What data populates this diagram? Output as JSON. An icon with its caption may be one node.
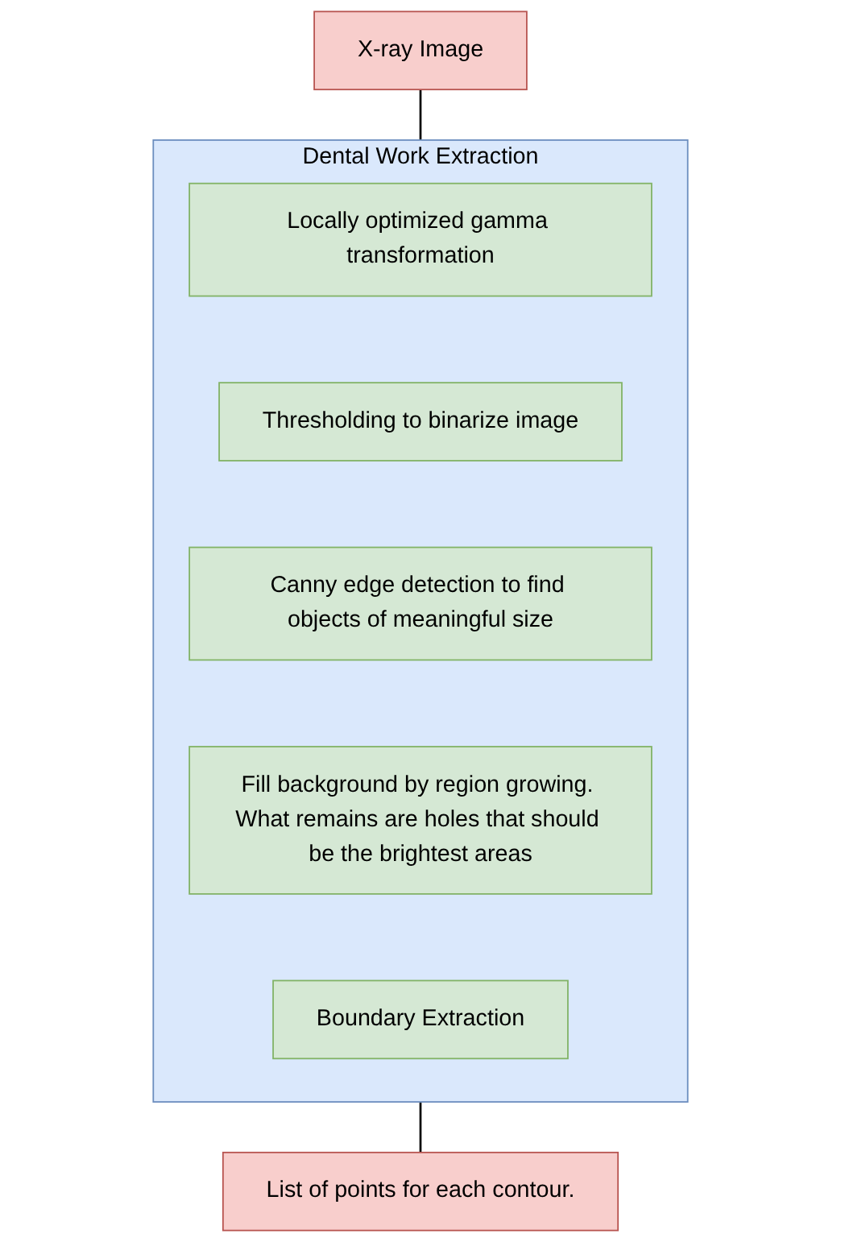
{
  "diagram": {
    "nodes": [
      {
        "text": [
          "X-ray Image"
        ]
      },
      {
        "text": [
          "Dental Work Extraction"
        ]
      },
      {
        "text": [
          "Locally optimized gamma transformation"
        ],
        "in": 1
      },
      {
        "text": [
          "Thresholding to binarize image"
        ],
        "in": 1
      },
      {
        "text": [
          "Canny edge detection to find objects of meaningful size"
        ],
        "in": 1
      },
      {
        "text": [
          "Fill background by region growing. What remains are holes that should be the brightest areas"
        ],
        "in": 1
      },
      {
        "text": [
          "Boundary Extraction"
        ],
        "in": 1
      },
      {
        "text": [
          "List of points for each contour."
        ]
      }
    ],
    "edges": [
      {
        "from": 0,
        "to": 1,
        "arrow": "none"
      },
      {
        "from": 1,
        "to": 7,
        "arrow": "none"
      }
    ]
  }
}
